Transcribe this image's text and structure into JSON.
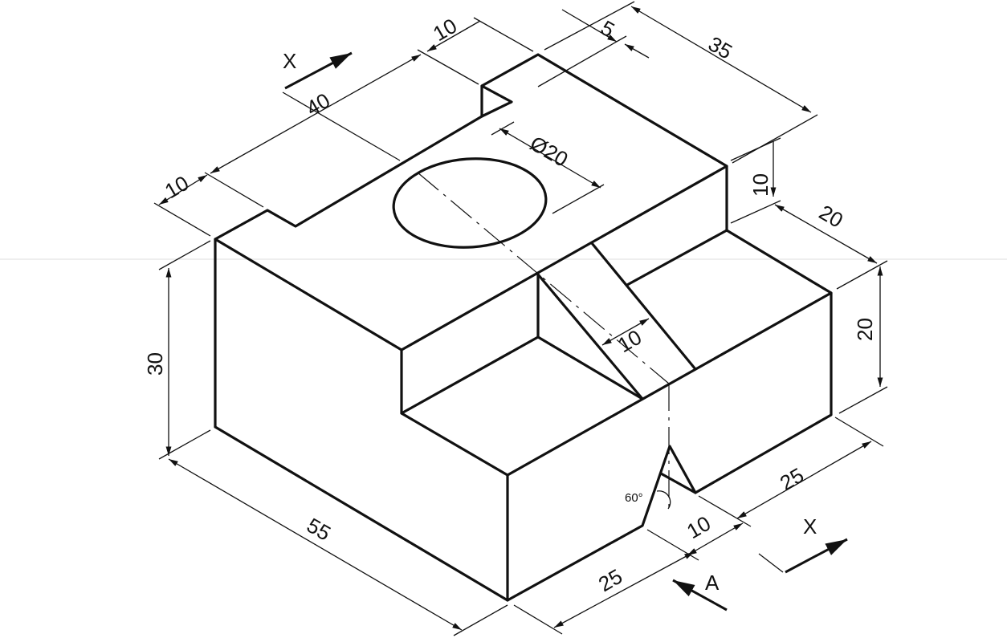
{
  "drawing": {
    "type": "isometric mechanical part drawing",
    "dimensions": {
      "top_notch_width": "10",
      "top_offset": "5",
      "depth_top": "35",
      "length_40": "40",
      "left_notch": "10",
      "hole_diameter": "Ø20",
      "step_height": "10",
      "step_depth": "20",
      "right_height": "20",
      "overall_height": "30",
      "slot_width": "10",
      "overall_length": "55",
      "front_right": "25",
      "groove_width": "10",
      "front_left": "25",
      "groove_angle": "60°"
    },
    "view_labels": {
      "section_x_left": "X",
      "section_x_right": "X",
      "view_a": "A"
    },
    "colors": {
      "line": "#111111",
      "background": "#ffffff"
    }
  }
}
